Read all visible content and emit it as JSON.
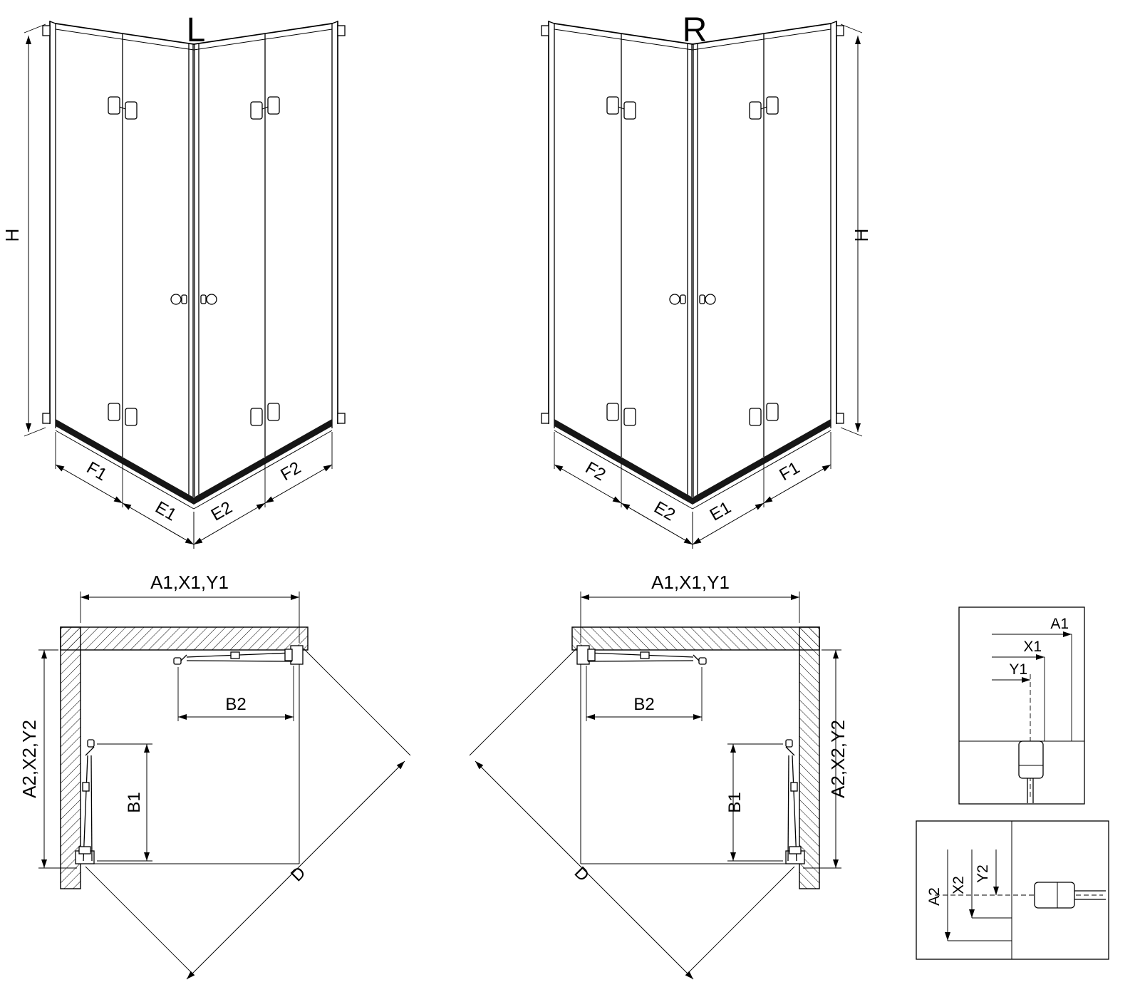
{
  "page": {
    "background": "#ffffff",
    "line_color": "#000000"
  },
  "view_l": {
    "title": "L",
    "height_label": "H",
    "seg_f1": "F1",
    "seg_e1": "E1",
    "seg_e2": "E2",
    "seg_f2": "F2"
  },
  "view_r": {
    "title": "R",
    "height_label": "H",
    "seg_f2": "F2",
    "seg_e2": "E2",
    "seg_e1": "E1",
    "seg_f1": "F1"
  },
  "plan_l": {
    "width_label": "A1,X1,Y1",
    "depth_label": "A2,X2,Y2",
    "door_b2": "B2",
    "door_b1": "B1",
    "diag_label": "D"
  },
  "plan_r": {
    "width_label": "A1,X1,Y1",
    "depth_label": "A2,X2,Y2",
    "door_b2": "B2",
    "door_b1": "B1",
    "diag_label": "D"
  },
  "detail_horizontal": {
    "a": "A1",
    "x": "X1",
    "y": "Y1"
  },
  "detail_vertical": {
    "a": "A2",
    "x": "X2",
    "y": "Y2"
  }
}
